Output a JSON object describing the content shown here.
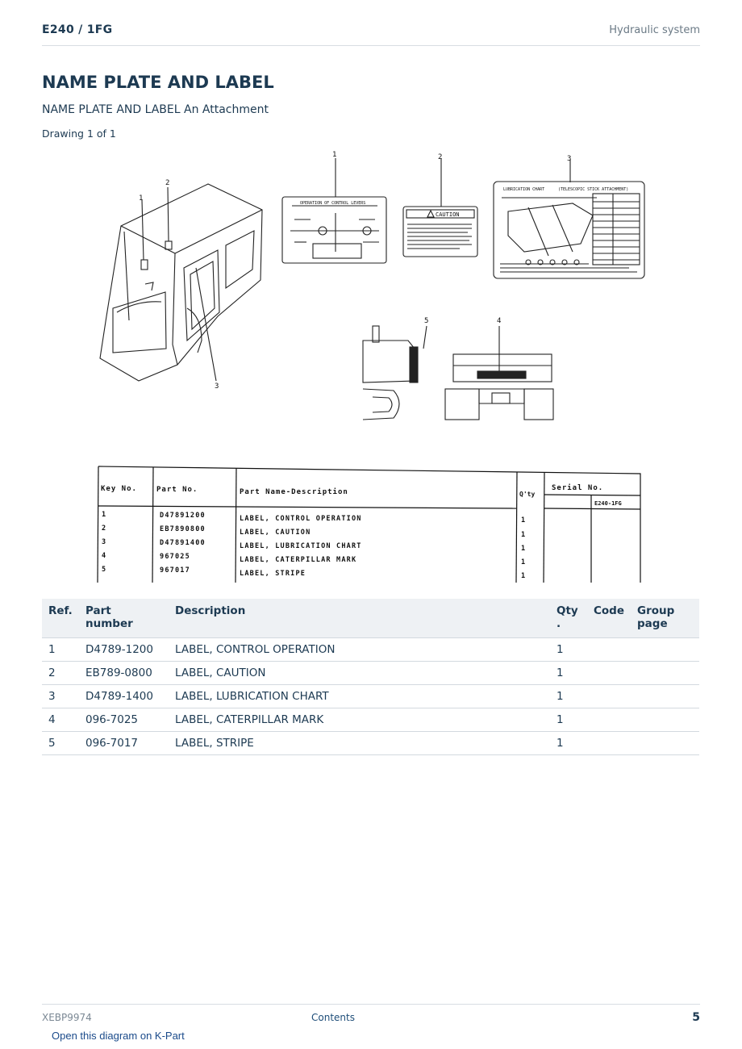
{
  "header": {
    "model": "E240  /  1FG",
    "section": "Hydraulic system"
  },
  "title": "NAME PLATE AND LABEL",
  "subtitle": "NAME PLATE AND LABEL An Attachment",
  "drawing_count": "Drawing 1 of 1",
  "drawing": {
    "callouts": [
      "1",
      "2",
      "3",
      "4",
      "5"
    ],
    "caution_text": "CAUTION",
    "decal_control_title": "OPERATION OF CONTROL LEVERS",
    "decal_lube_title": "LUBRICATION CHART",
    "decal_lube_subtitle": "(TELESCOPIC STICK ATTACHMENT)",
    "scan_table": {
      "headers": [
        "Key No.",
        "Part No.",
        "Part Name-Description",
        "Q'ty",
        "Serial No.",
        "E240-1FG"
      ],
      "rows": [
        [
          "1",
          "D47891200",
          "LABEL, CONTROL OPERATION",
          "1"
        ],
        [
          "2",
          "EB7890800",
          "LABEL, CAUTION",
          "1"
        ],
        [
          "3",
          "D47891400",
          "LABEL, LUBRICATION CHART",
          "1"
        ],
        [
          "4",
          "967025",
          "LABEL, CATERPILLAR MARK",
          "1"
        ],
        [
          "5",
          "967017",
          "LABEL, STRIPE",
          "1"
        ]
      ]
    }
  },
  "parts_table": {
    "headers": {
      "ref": "Ref.",
      "part_number": "Part number",
      "description": "Description",
      "qty": "Qty",
      "qty_dot": ".",
      "code": "Code",
      "group_page": "Group page"
    },
    "rows": [
      {
        "ref": "1",
        "part_number": "D4789-1200",
        "description": "LABEL, CONTROL OPERATION",
        "qty": "1",
        "code": "",
        "group_page": ""
      },
      {
        "ref": "2",
        "part_number": "EB789-0800",
        "description": "LABEL, CAUTION",
        "qty": "1",
        "code": "",
        "group_page": ""
      },
      {
        "ref": "3",
        "part_number": "D4789-1400",
        "description": "LABEL, LUBRICATION CHART",
        "qty": "1",
        "code": "",
        "group_page": ""
      },
      {
        "ref": "4",
        "part_number": "096-7025",
        "description": "LABEL, CATERPILLAR MARK",
        "qty": "1",
        "code": "",
        "group_page": ""
      },
      {
        "ref": "5",
        "part_number": "096-7017",
        "description": "LABEL, STRIPE",
        "qty": "1",
        "code": "",
        "group_page": ""
      }
    ]
  },
  "footer": {
    "doc_id": "XEBP9974",
    "contents_link": "Contents",
    "page_number": "5"
  },
  "kpart_link": "Open this diagram on K-Part"
}
